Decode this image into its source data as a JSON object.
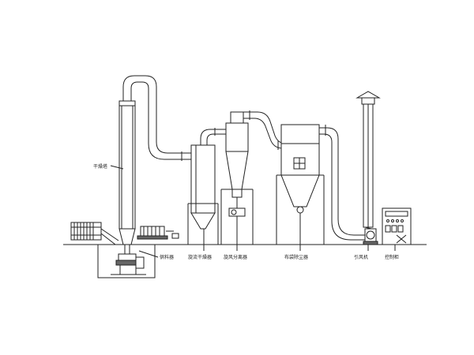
{
  "labels": {
    "drying_tower": "干燥塔",
    "feeder": "供料器",
    "cyclone_dryer": "旋流干燥器",
    "cyclone_separator": "旋风分离器",
    "bag_filter": "布袋除尘器",
    "induced_fan": "引风机",
    "control_cabinet": "控制柜"
  }
}
